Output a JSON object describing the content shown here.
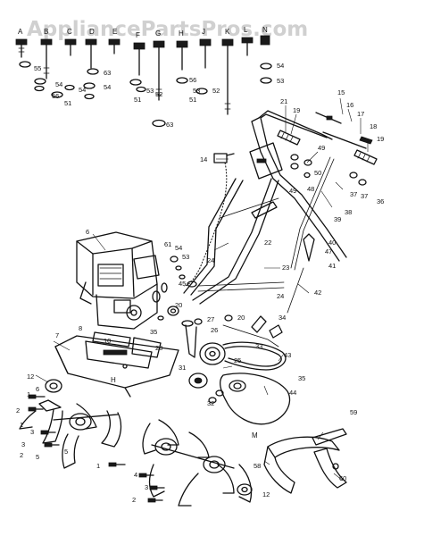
{
  "watermark": "AppliancePartsPros.com",
  "letters": [
    {
      "text": "A"
    },
    {
      "text": "B"
    },
    {
      "text": "C"
    },
    {
      "text": "D"
    },
    {
      "text": "E"
    },
    {
      "text": "F"
    },
    {
      "text": "G"
    },
    {
      "text": "H"
    },
    {
      "text": "J"
    },
    {
      "text": "K"
    },
    {
      "text": "L"
    },
    {
      "text": "M"
    },
    {
      "text": "N"
    },
    {
      "text": "H"
    }
  ],
  "callouts": [
    {
      "text": "55"
    },
    {
      "text": "54"
    },
    {
      "text": "56"
    },
    {
      "text": "51"
    },
    {
      "text": "54"
    },
    {
      "text": "54"
    },
    {
      "text": "63"
    },
    {
      "text": "53"
    },
    {
      "text": "52"
    },
    {
      "text": "51"
    },
    {
      "text": "56"
    },
    {
      "text": "52"
    },
    {
      "text": "53"
    },
    {
      "text": "51"
    },
    {
      "text": "63"
    },
    {
      "text": "54"
    },
    {
      "text": "53"
    },
    {
      "text": "15"
    },
    {
      "text": "16"
    },
    {
      "text": "17"
    },
    {
      "text": "19"
    },
    {
      "text": "21"
    },
    {
      "text": "18"
    },
    {
      "text": "19"
    },
    {
      "text": "14"
    },
    {
      "text": "49"
    },
    {
      "text": "50"
    },
    {
      "text": "49"
    },
    {
      "text": "48"
    },
    {
      "text": "37"
    },
    {
      "text": "37"
    },
    {
      "text": "36"
    },
    {
      "text": "38"
    },
    {
      "text": "39"
    },
    {
      "text": "6"
    },
    {
      "text": "22"
    },
    {
      "text": "40"
    },
    {
      "text": "47"
    },
    {
      "text": "61"
    },
    {
      "text": "54"
    },
    {
      "text": "53"
    },
    {
      "text": "24"
    },
    {
      "text": "41"
    },
    {
      "text": "45"
    },
    {
      "text": "23"
    },
    {
      "text": "42"
    },
    {
      "text": "24"
    },
    {
      "text": "20"
    },
    {
      "text": "27"
    },
    {
      "text": "34"
    },
    {
      "text": "20"
    },
    {
      "text": "26"
    },
    {
      "text": "33"
    },
    {
      "text": "7"
    },
    {
      "text": "8"
    },
    {
      "text": "10"
    },
    {
      "text": "28"
    },
    {
      "text": "35"
    },
    {
      "text": "25"
    },
    {
      "text": "43"
    },
    {
      "text": "35"
    },
    {
      "text": "31"
    },
    {
      "text": "12"
    },
    {
      "text": "32"
    },
    {
      "text": "44"
    },
    {
      "text": "1"
    },
    {
      "text": "6"
    },
    {
      "text": "2"
    },
    {
      "text": "3"
    },
    {
      "text": "5"
    },
    {
      "text": "59"
    },
    {
      "text": "1"
    },
    {
      "text": "58"
    },
    {
      "text": "60"
    },
    {
      "text": "4"
    },
    {
      "text": "3"
    },
    {
      "text": "2"
    },
    {
      "text": "12"
    },
    {
      "text": "5"
    },
    {
      "text": "1"
    },
    {
      "text": "3"
    },
    {
      "text": "2"
    }
  ]
}
